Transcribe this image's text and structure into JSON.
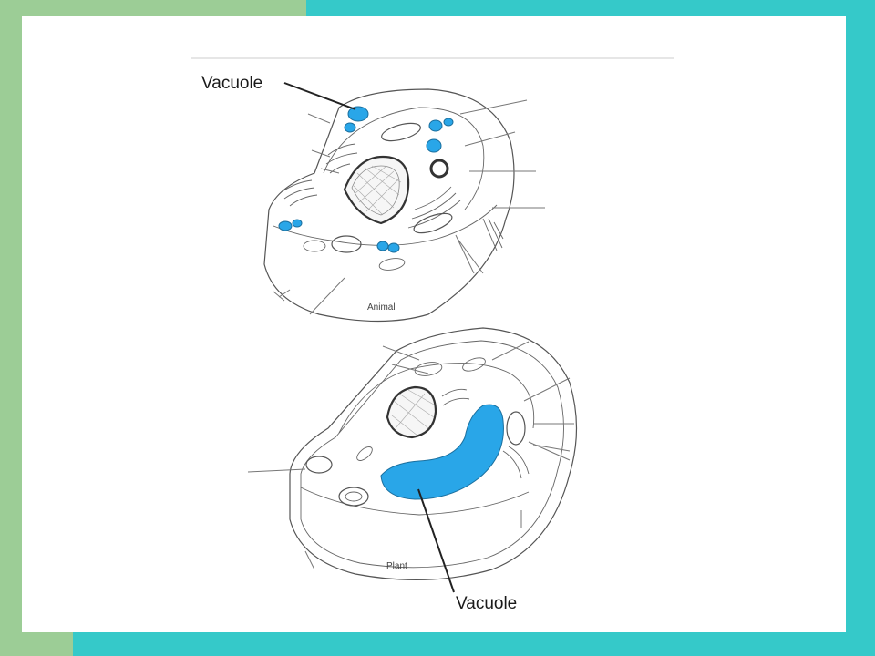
{
  "colors": {
    "frame_left": "#9ccd96",
    "frame_right": "#35c9c9",
    "vacuole": "#29a6e8"
  },
  "diagram": {
    "animal_cell": {
      "caption": "Animal",
      "callout": "Vacuole"
    },
    "plant_cell": {
      "caption": "Plant",
      "callout": "Vacuole"
    }
  }
}
